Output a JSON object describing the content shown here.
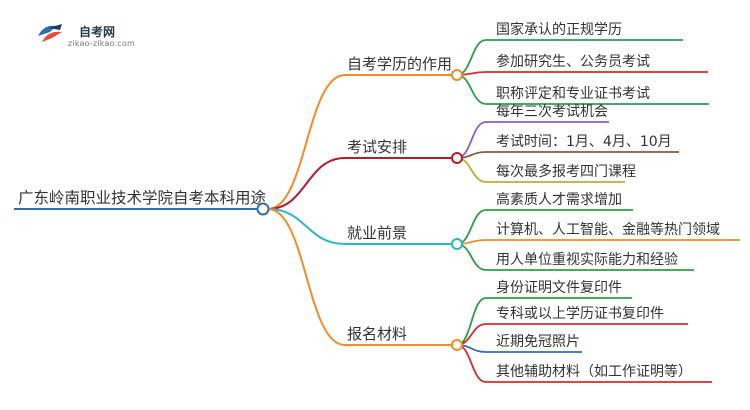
{
  "logo": {
    "title": "自考网",
    "url": "zikao-zikao.com"
  },
  "root": {
    "label": "广东岭南职业技术学院自考本科用途",
    "color": "#2f6fb0"
  },
  "branches": [
    {
      "label": "自考学历的作用",
      "color": "#f28c28",
      "children": [
        {
          "label": "国家承认的正规学历",
          "color": "#2e9e45"
        },
        {
          "label": "参加研究生、公务员考试",
          "color": "#d62d2d"
        },
        {
          "label": "职称评定和专业证书考试",
          "color": "#2e9e45"
        }
      ]
    },
    {
      "label": "考试安排",
      "color": "#c0182a",
      "children": [
        {
          "label": "每年三次考试机会",
          "color": "#8b5fc7"
        },
        {
          "label": "考试时间：1月、4月、10月",
          "color": "#8a5a3a"
        },
        {
          "label": "每次最多报考四门课程",
          "color": "#b9b22a"
        }
      ]
    },
    {
      "label": "就业前景",
      "color": "#2bb6c9",
      "children": [
        {
          "label": "高素质人才需求增加",
          "color": "#2e9e45"
        },
        {
          "label": "计算机、人工智能、金融等热门领域",
          "color": "#f28c28"
        },
        {
          "label": "用人单位重视实际能力和经验",
          "color": "#2e9e45"
        }
      ]
    },
    {
      "label": "报名材料",
      "color": "#f28c28",
      "children": [
        {
          "label": "身份证明文件复印件",
          "color": "#2e9e45"
        },
        {
          "label": "专科或以上学历证书复印件",
          "color": "#d62d2d"
        },
        {
          "label": "近期免冠照片",
          "color": "#2f6fb0"
        },
        {
          "label": "其他辅助材料（如工作证明等）",
          "color": "#d62d2d"
        }
      ]
    }
  ]
}
